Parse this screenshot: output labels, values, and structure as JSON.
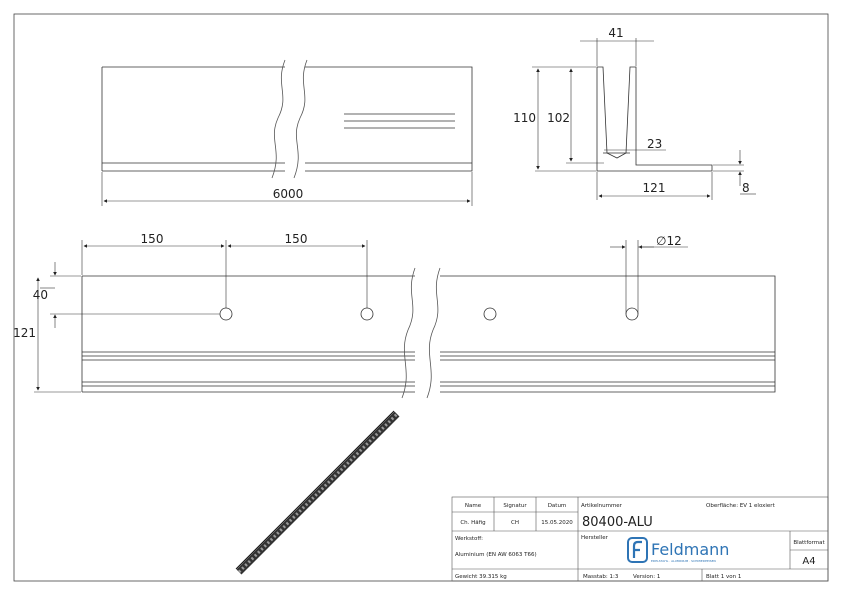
{
  "dimensions": {
    "length": "6000",
    "width_41": "41",
    "height_110": "110",
    "height_102": "102",
    "dim_23": "23",
    "dim_121_top": "121",
    "dim_8": "8",
    "spacing_1": "150",
    "spacing_2": "150",
    "hole_diameter": "∅12",
    "dim_40": "40",
    "dim_121_side": "121"
  },
  "title_block": {
    "name_label": "Name",
    "signature_label": "Signatur",
    "date_label": "Datum",
    "name_value": "Ch. Häfig",
    "signature_value": "CH",
    "date_value": "15.05.2020",
    "article_label": "Artikelnummer",
    "surface": "Oberfläche:  EV 1 eloxiert",
    "article_number": "80400-ALU",
    "material_label": "Werkstoff:",
    "material_value": "Aluminium (EN AW 6063 T66)",
    "manufacturer_label": "Hersteller",
    "brand": "Feldmann",
    "brand_tagline": "EDELSTAHL · ALUMINIUM · SCHMIEDEEISEN",
    "format_label": "Blattformat",
    "format_value": "A4",
    "weight": "Gewicht 39.315 kg",
    "scale": "Masstab: 1:3",
    "version": "Version: 1",
    "sheet": "Blatt 1 von 1"
  }
}
